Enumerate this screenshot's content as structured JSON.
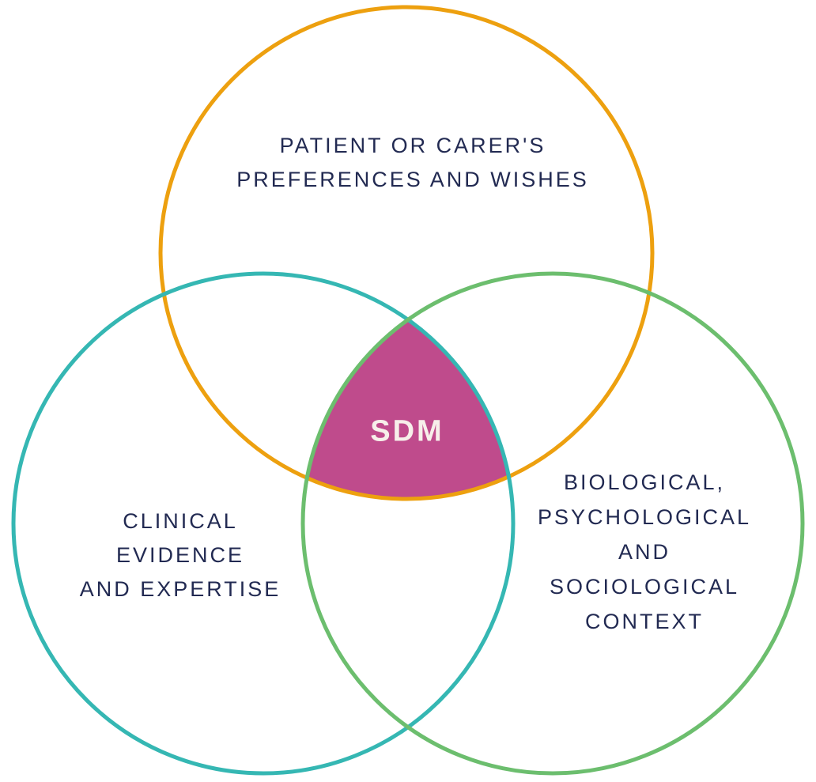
{
  "diagram": {
    "type": "venn-3-circle",
    "background": "#FFFFFF",
    "text_color": "#222A52",
    "stroke_width": 5,
    "circles": [
      {
        "id": "patient-preferences",
        "position": "top",
        "color": "#EDA00F",
        "label_lines": [
          "PATIENT OR CARER'S",
          "PREFERENCES AND WISHES"
        ]
      },
      {
        "id": "clinical-evidence",
        "position": "bottom-left",
        "color": "#35B7B3",
        "label_lines": [
          "CLINICAL",
          "EVIDENCE",
          "AND EXPERTISE"
        ]
      },
      {
        "id": "biopsychosocial-context",
        "position": "bottom-right",
        "color": "#6CBE6E",
        "label_lines": [
          "BIOLOGICAL,",
          "PSYCHOLOGICAL",
          "AND",
          "SOCIOLOGICAL",
          "CONTEXT"
        ]
      }
    ],
    "intersection": {
      "label": "SDM",
      "fill": "#BF4B8C",
      "text_color": "#F7EFEA"
    }
  }
}
